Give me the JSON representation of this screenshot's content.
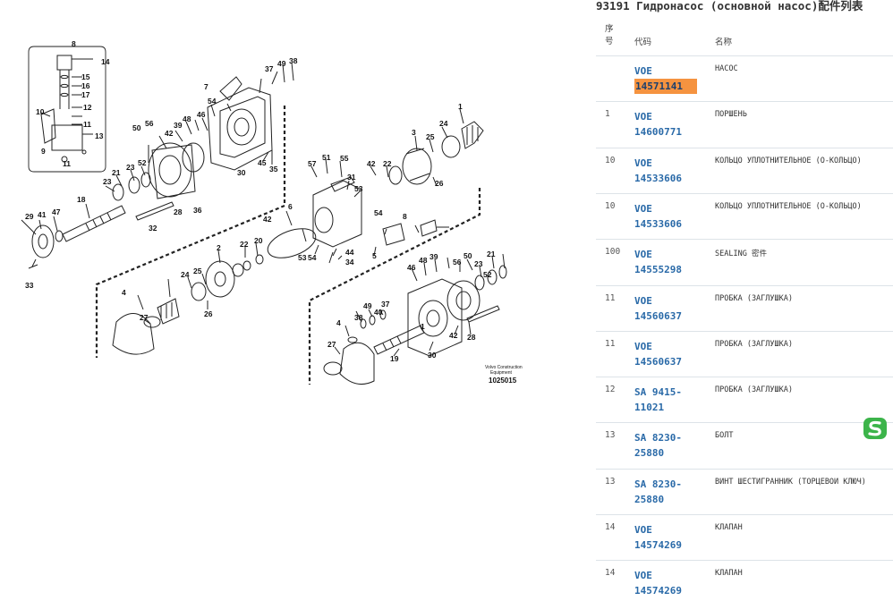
{
  "page": {
    "title": "93191 Гидронасос (основной насос)配件列表",
    "columns": {
      "no": "序号",
      "code": "代码",
      "name": "名称"
    }
  },
  "parts": [
    {
      "no": "",
      "code1": "VOE",
      "code2": "14571141",
      "name": "НАСОС",
      "highlight": true
    },
    {
      "no": "1",
      "code1": "VOE",
      "code2": "14600771",
      "name": "ПОРШЕНЬ"
    },
    {
      "no": "10",
      "code1": "VOE",
      "code2": "14533606",
      "name": "КОЛЬЦО УПЛОТНИТЕЛЬНОЕ (О-КОЛЬЦО)"
    },
    {
      "no": "10",
      "code1": "VOE",
      "code2": "14533606",
      "name": "КОЛЬЦО УПЛОТНИТЕЛЬНОЕ (О-КОЛЬЦО)"
    },
    {
      "no": "100",
      "code1": "VOE",
      "code2": "14555298",
      "name": "SEALING 密件"
    },
    {
      "no": "11",
      "code1": "VOE",
      "code2": "14560637",
      "name": "ПРОБКА (ЗАГЛУШКА)"
    },
    {
      "no": "11",
      "code1": "VOE",
      "code2": "14560637",
      "name": "ПРОБКА (ЗАГЛУШКА)"
    },
    {
      "no": "12",
      "code1": "SA 9415-",
      "code2": "11021",
      "name": "ПРОБКА (ЗАГЛУШКА)"
    },
    {
      "no": "13",
      "code1": "SA 8230-",
      "code2": "25880",
      "name": "БОЛТ"
    },
    {
      "no": "13",
      "code1": "SA 8230-",
      "code2": "25880",
      "name": "ВИНТ ШЕСТИГРАННИК (ТОРЦЕВОЙ КЛЮЧ)"
    },
    {
      "no": "14",
      "code1": "VOE",
      "code2": "14574269",
      "name": "КЛАПАН"
    },
    {
      "no": "14",
      "code1": "VOE",
      "code2": "14574269",
      "name": "КЛАПАН"
    }
  ],
  "diagram": {
    "caption1": "Volvo Construction",
    "caption2": "Equipment",
    "drawing_no": "1025015",
    "labels": [
      "8",
      "14",
      "15",
      "16",
      "17",
      "10",
      "12",
      "11",
      "9",
      "11",
      "13",
      "7",
      "37",
      "49",
      "38",
      "54",
      "46",
      "48",
      "39",
      "56",
      "50",
      "42",
      "52",
      "23",
      "21",
      "30",
      "45",
      "35",
      "57",
      "51",
      "55",
      "31",
      "53",
      "42",
      "22",
      "3",
      "25",
      "24",
      "1",
      "26",
      "29",
      "41",
      "47",
      "18",
      "23",
      "28",
      "32",
      "36",
      "6",
      "54",
      "8",
      "42",
      "20",
      "22",
      "2",
      "25",
      "24",
      "4",
      "27",
      "26",
      "33",
      "44",
      "34",
      "53",
      "54",
      "5",
      "46",
      "48",
      "39",
      "56",
      "50",
      "23",
      "21",
      "52",
      "49",
      "40",
      "37",
      "38",
      "4",
      "27",
      "19",
      "30",
      "42",
      "28",
      "1"
    ]
  },
  "icons": {
    "badge": "s-logo-icon"
  },
  "colors": {
    "link": "#2a6aa8",
    "highlight": "#f59340",
    "badge": "#3cb44a"
  }
}
